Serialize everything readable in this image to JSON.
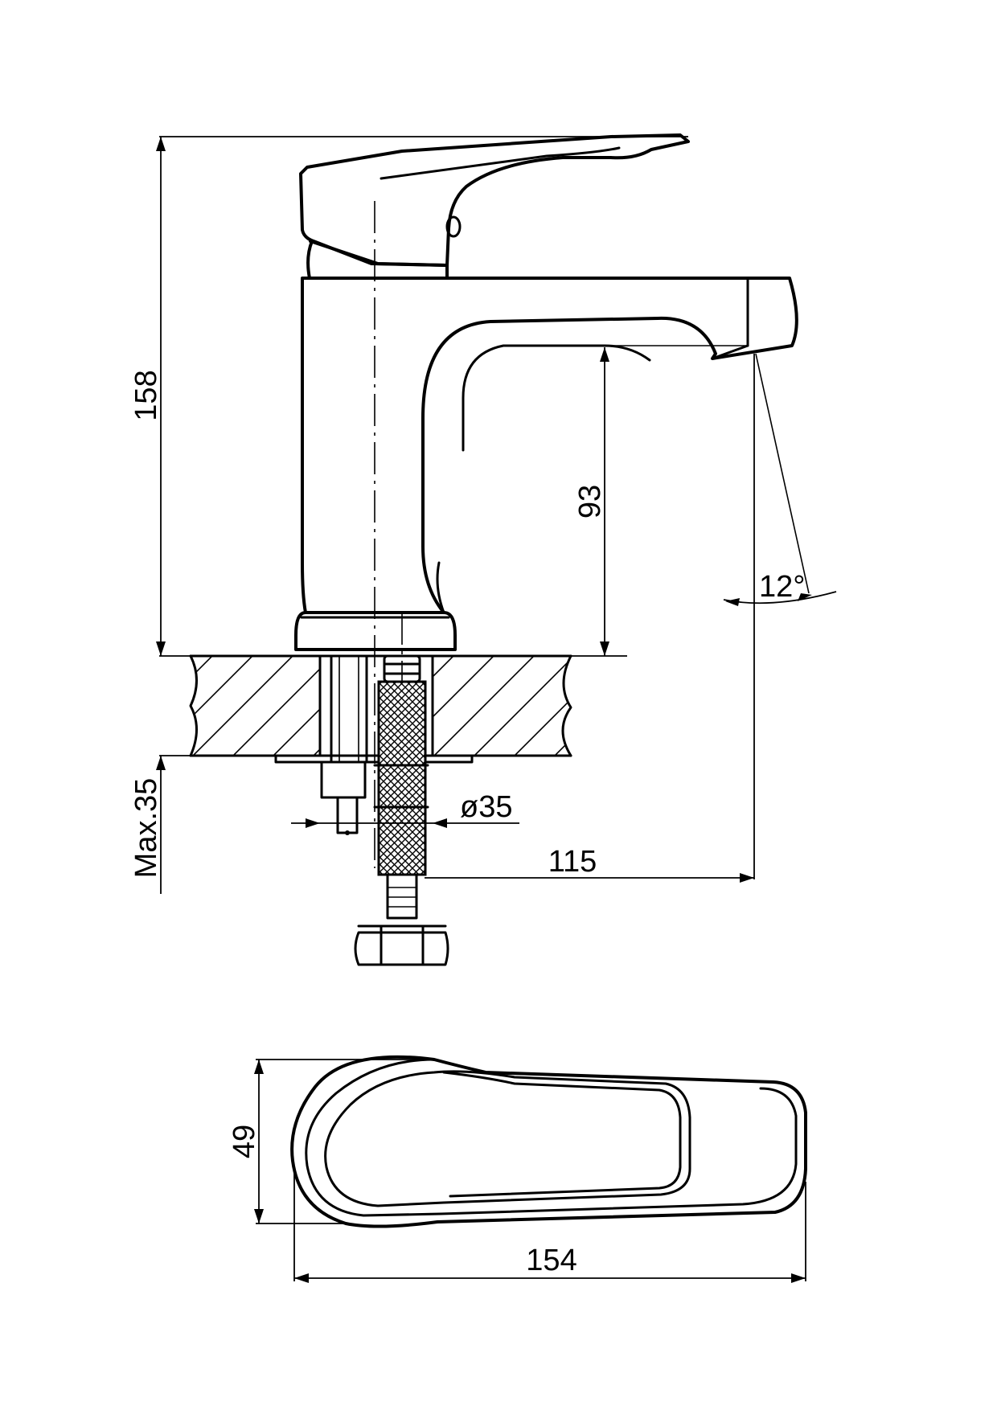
{
  "dimensions": {
    "total_height": "158",
    "spout_height": "93",
    "spout_angle": "12°",
    "max_deck_thickness": "Max.35",
    "hole_diameter": "ø35",
    "spout_reach": "115",
    "top_width": "49",
    "top_length": "154"
  },
  "colors": {
    "line": "#000000",
    "background": "#ffffff"
  }
}
